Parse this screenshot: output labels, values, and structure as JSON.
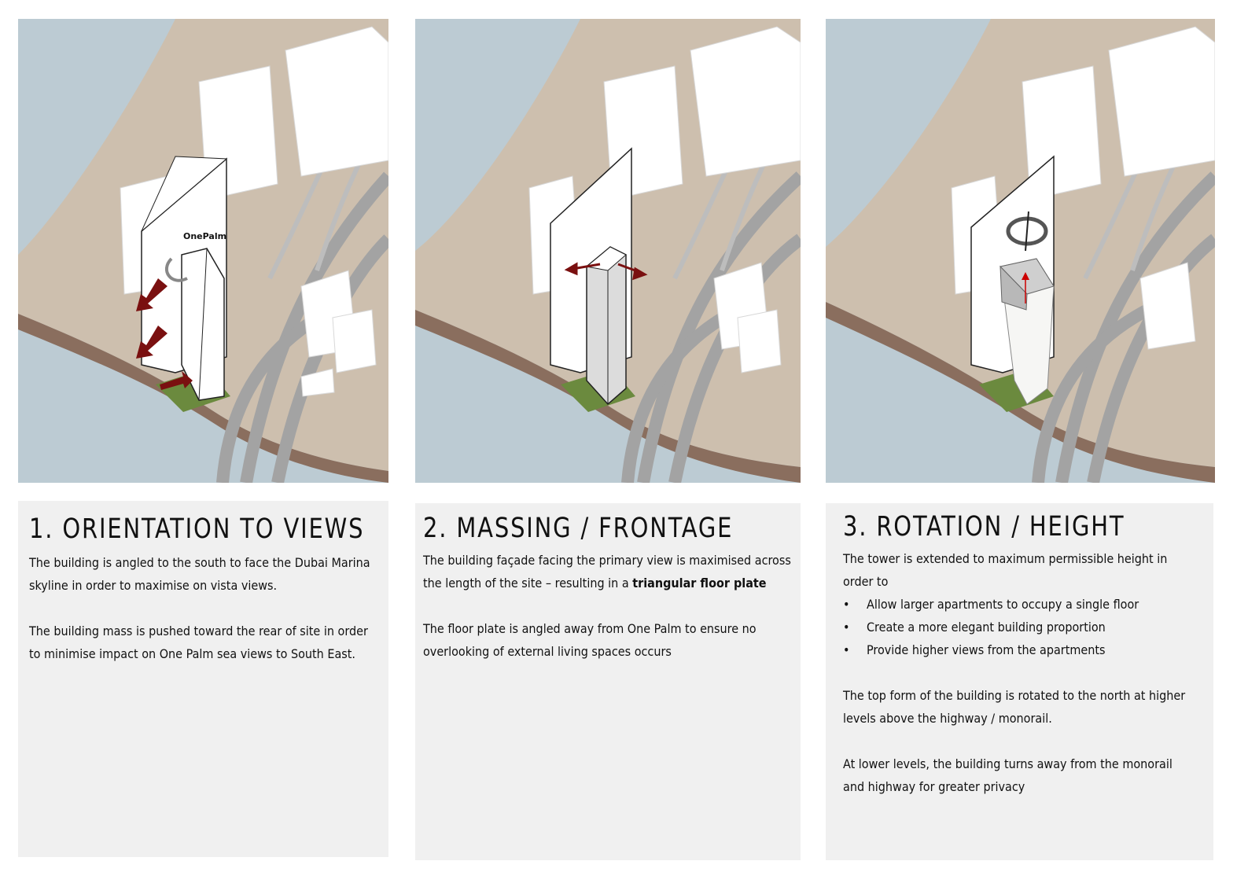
{
  "panels": [
    {
      "label": "OnePalm",
      "heading": "1. ORIENTATION TO VIEWS",
      "paragraphs": [
        "The building is angled to the south to face the Dubai Marina skyline in order to maximise on vista views.",
        "The building mass is pushed toward the rear of site in order to minimise impact on One Palm sea views to South East."
      ]
    },
    {
      "heading": "2. MASSING / FRONTAGE",
      "paragraph1_a": "The building façade facing the primary view is maximised across the length of the site – resulting in a ",
      "paragraph1_bold": "triangular floor plate",
      "paragraph2": "The floor plate is angled away from One Palm to ensure no overlooking of external living spaces occurs"
    },
    {
      "heading": "3. ROTATION / HEIGHT",
      "intro": "The tower is extended to maximum permissible height in order to",
      "bullets": [
        "Allow larger apartments to occupy a single floor",
        "Create a more elegant building proportion",
        "Provide higher views from the apartments"
      ],
      "bullet_char": "•",
      "paragraph2": "The top form of the building is rotated to the north at higher levels above the highway / monorail.",
      "paragraph3": "At lower levels, the building turns away from the monorail and highway for greater privacy"
    }
  ],
  "colors": {
    "water": "#bccbd3",
    "land": "#cdbfae",
    "shore": "#8a6e5e",
    "road": "#a3a3a3",
    "site": "#6b8a3e",
    "arrow": "#7a1010",
    "textbox": "#f0f0f0"
  }
}
